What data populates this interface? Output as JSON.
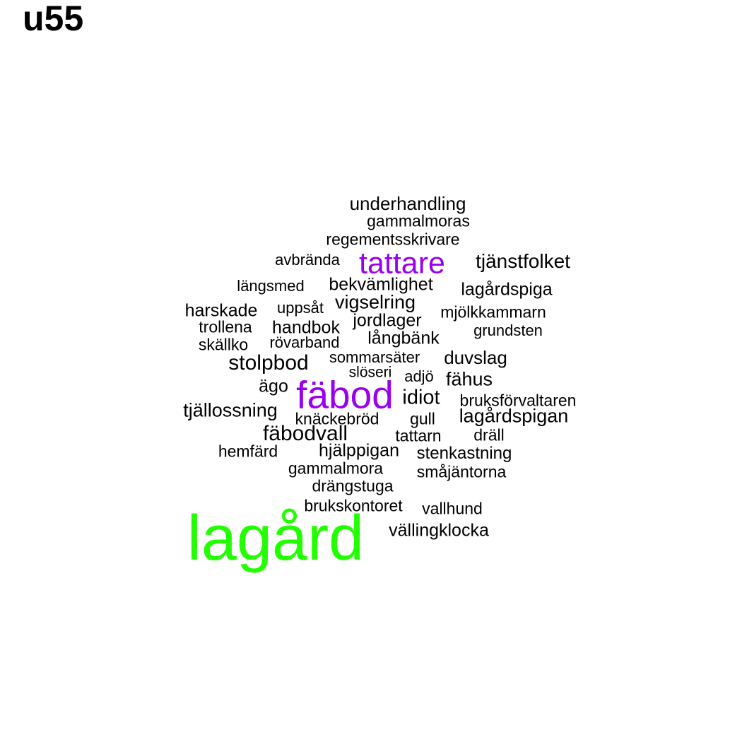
{
  "title": "u55",
  "colors": {
    "default": "#000000",
    "purple": "#9900ee",
    "green": "#22ff00"
  },
  "words": [
    {
      "text": "underhandling",
      "color": "default"
    },
    {
      "text": "gammalmoras",
      "color": "default"
    },
    {
      "text": "regementsskrivare",
      "color": "default"
    },
    {
      "text": "avbrända",
      "color": "default"
    },
    {
      "text": "tattare",
      "color": "purple"
    },
    {
      "text": "tjänstfolket",
      "color": "default"
    },
    {
      "text": "längsmed",
      "color": "default"
    },
    {
      "text": "bekvämlighet",
      "color": "default"
    },
    {
      "text": "lagårdspiga",
      "color": "default"
    },
    {
      "text": "harskade",
      "color": "default"
    },
    {
      "text": "uppsåt",
      "color": "default"
    },
    {
      "text": "vigselring",
      "color": "default"
    },
    {
      "text": "mjölkkammarn",
      "color": "default"
    },
    {
      "text": "trollena",
      "color": "default"
    },
    {
      "text": "handbok",
      "color": "default"
    },
    {
      "text": "jordlager",
      "color": "default"
    },
    {
      "text": "grundsten",
      "color": "default"
    },
    {
      "text": "skällko",
      "color": "default"
    },
    {
      "text": "rövarband",
      "color": "default"
    },
    {
      "text": "långbänk",
      "color": "default"
    },
    {
      "text": "sommarsäter",
      "color": "default"
    },
    {
      "text": "duvslag",
      "color": "default"
    },
    {
      "text": "stolpbod",
      "color": "default"
    },
    {
      "text": "slöseri",
      "color": "default"
    },
    {
      "text": "adjö",
      "color": "default"
    },
    {
      "text": "fähus",
      "color": "default"
    },
    {
      "text": "ägo",
      "color": "default"
    },
    {
      "text": "fäbod",
      "color": "purple"
    },
    {
      "text": "idiot",
      "color": "default"
    },
    {
      "text": "bruksförvaltaren",
      "color": "default"
    },
    {
      "text": "tjällossning",
      "color": "default"
    },
    {
      "text": "knäckebröd",
      "color": "default"
    },
    {
      "text": "gull",
      "color": "default"
    },
    {
      "text": "lagårdspigan",
      "color": "default"
    },
    {
      "text": "fäbodvall",
      "color": "default"
    },
    {
      "text": "tattarn",
      "color": "default"
    },
    {
      "text": "dräll",
      "color": "default"
    },
    {
      "text": "hemfärd",
      "color": "default"
    },
    {
      "text": "hjälppigan",
      "color": "default"
    },
    {
      "text": "stenkastning",
      "color": "default"
    },
    {
      "text": "gammalmora",
      "color": "default"
    },
    {
      "text": "småjäntorna",
      "color": "default"
    },
    {
      "text": "drängstuga",
      "color": "default"
    },
    {
      "text": "brukskontoret",
      "color": "default"
    },
    {
      "text": "vallhund",
      "color": "default"
    },
    {
      "text": "vällingklocka",
      "color": "default"
    },
    {
      "text": "lagård",
      "color": "green"
    }
  ]
}
